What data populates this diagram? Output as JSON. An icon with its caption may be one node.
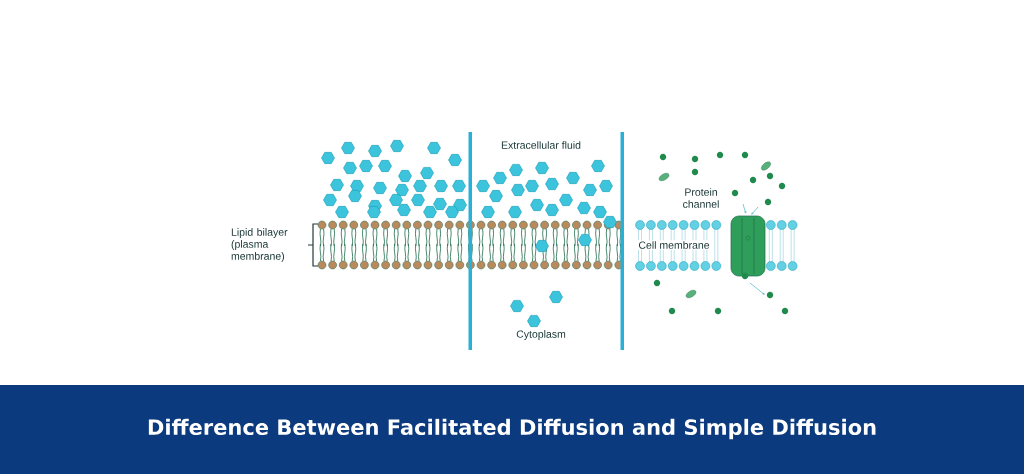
{
  "diagram": {
    "title": "Difference Between Facilitated Diffusion and Simple Diffusion",
    "labels": [
      "Extracellular fluid",
      "Lipid bilayer (plasma membrane)",
      "Cytoplasm",
      "Protein channel",
      "Cell membrane"
    ]
  }
}
